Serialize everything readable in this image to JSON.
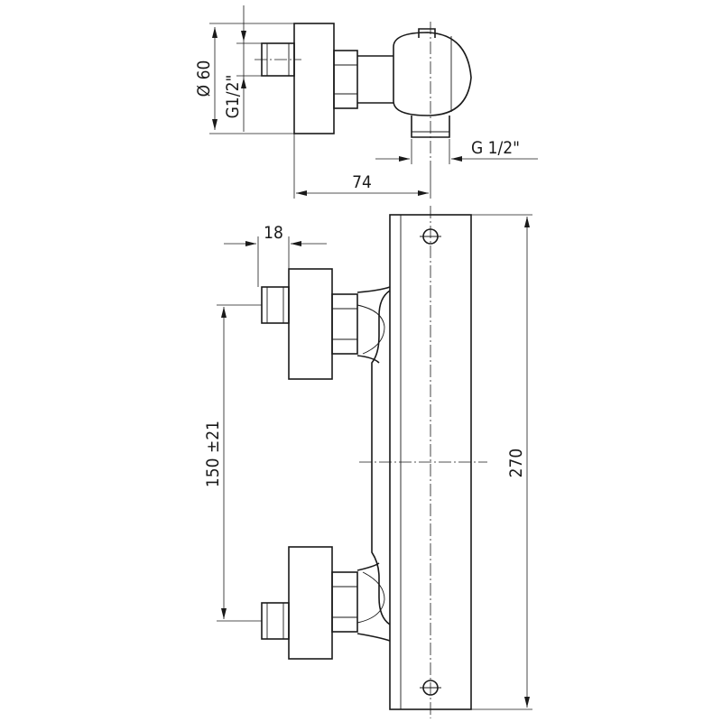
{
  "dimensions": {
    "top_dia60": "Ø 60",
    "top_g12_left": "G1/2\"",
    "top_g12_bottom": "G 1/2\"",
    "top_74": "74",
    "front_18": "18",
    "front_150": "150 ±21",
    "front_270": "270"
  },
  "colors": {
    "line": "#1a1a1a",
    "background": "#ffffff"
  }
}
